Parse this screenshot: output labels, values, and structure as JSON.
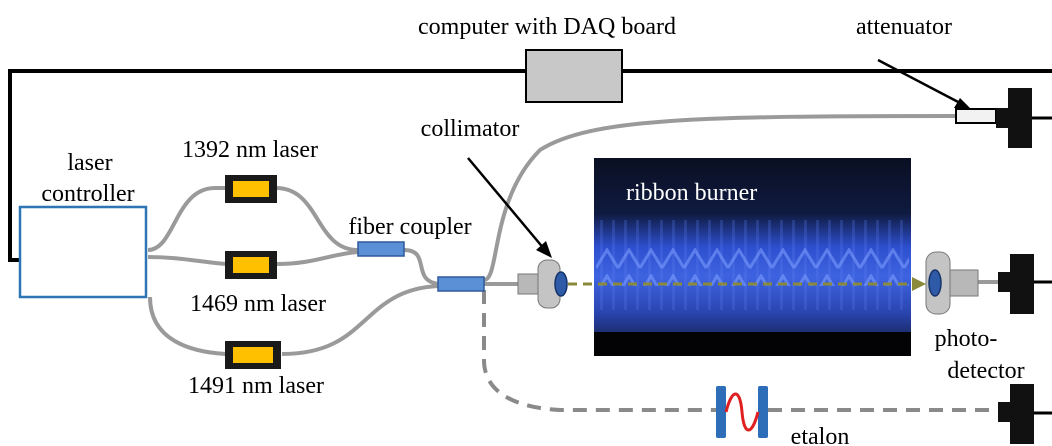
{
  "labels": {
    "computer": "computer with DAQ board",
    "attenuator": "attenuator",
    "collimator": "collimator",
    "laser_controller_line1": "laser",
    "laser_controller_line2": "controller",
    "laser_1392": "1392 nm laser",
    "laser_1469": "1469 nm laser",
    "laser_1491": "1491 nm laser",
    "fiber_coupler": "fiber coupler",
    "ribbon_burner": "ribbon burner",
    "photodetector_line1": "photo-",
    "photodetector_line2": "detector",
    "etalon": "etalon"
  },
  "colors": {
    "wire": "#000000",
    "fiber": "#9a9a9a",
    "laser_body": "#ffc000",
    "laser_frame": "#1a1a1a",
    "coupler": "#5b8fd6",
    "controller_border": "#2e75b6",
    "beam": "#8a8a3a",
    "etalon_wave": "#e02020",
    "etalon_plates": "#2e6db8",
    "computer_box": "#c8c8c8",
    "flame": "#2a4fd0"
  }
}
